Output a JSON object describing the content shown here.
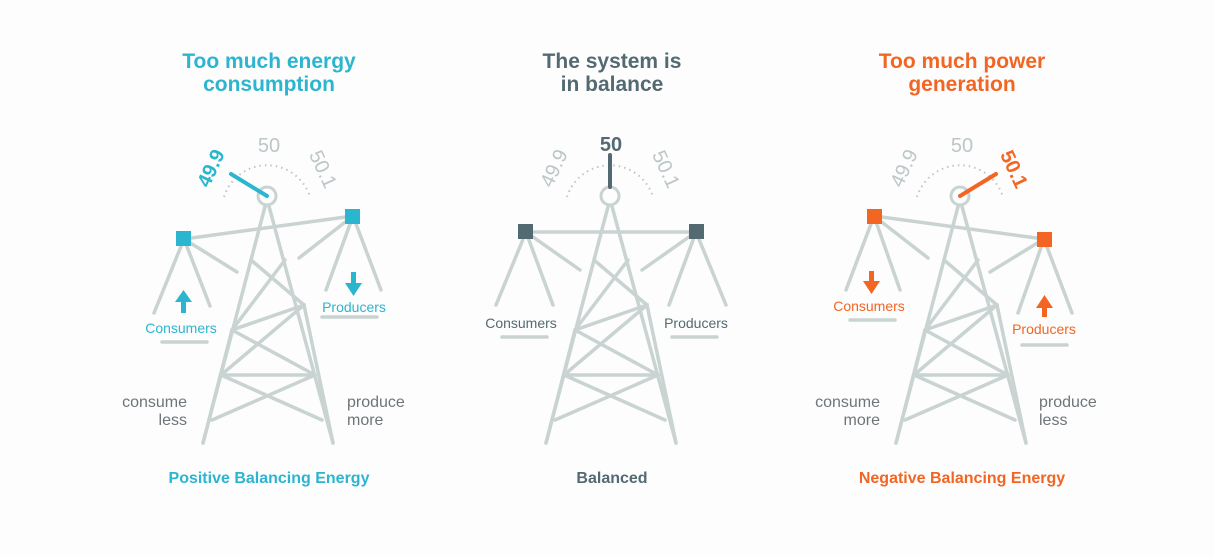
{
  "colors": {
    "blue": "#2cb5cf",
    "dark": "#546a73",
    "orange": "#f26522",
    "tower": "#c8d3d2",
    "muted": "#bcc6c8",
    "side_text": "#6e7579"
  },
  "panels": [
    {
      "id": "left",
      "title_lines": [
        "Too much energy",
        "consumption"
      ],
      "dial": {
        "low": "49.9",
        "mid": "50",
        "high": "50.1",
        "active": "low"
      },
      "arm_tilt": "left-down",
      "left_group": {
        "label": "Consumers",
        "arrow": "up"
      },
      "right_group": {
        "label": "Producers",
        "arrow": "down"
      },
      "side_left": [
        "consume",
        "less"
      ],
      "side_right": [
        "produce",
        "more"
      ],
      "footer": "Positive Balancing Energy",
      "accent": "blue"
    },
    {
      "id": "middle",
      "title_lines": [
        "The system is",
        "in balance"
      ],
      "dial": {
        "low": "49.9",
        "mid": "50",
        "high": "50.1",
        "active": "mid"
      },
      "arm_tilt": "level",
      "left_group": {
        "label": "Consumers",
        "arrow": "none"
      },
      "right_group": {
        "label": "Producers",
        "arrow": "none"
      },
      "side_left": [],
      "side_right": [],
      "footer": "Balanced",
      "accent": "dark"
    },
    {
      "id": "right",
      "title_lines": [
        "Too much power",
        "generation"
      ],
      "dial": {
        "low": "49.9",
        "mid": "50",
        "high": "50.1",
        "active": "high"
      },
      "arm_tilt": "right-down",
      "left_group": {
        "label": "Consumers",
        "arrow": "down"
      },
      "right_group": {
        "label": "Producers",
        "arrow": "up"
      },
      "side_left": [
        "consume",
        "more"
      ],
      "side_right": [
        "produce",
        "less"
      ],
      "footer": "Negative Balancing Energy",
      "accent": "orange"
    }
  ]
}
